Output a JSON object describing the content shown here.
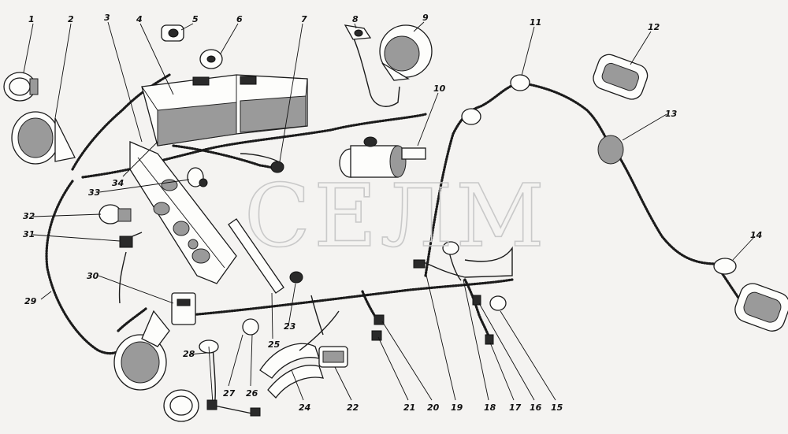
{
  "watermark": "СЕЛМ",
  "callouts": [
    "1",
    "2",
    "3",
    "4",
    "5",
    "6",
    "7",
    "8",
    "9",
    "10",
    "11",
    "12",
    "13",
    "14",
    "15",
    "16",
    "17",
    "18",
    "19",
    "20",
    "21",
    "22",
    "23",
    "24",
    "25",
    "26",
    "27",
    "28",
    "29",
    "30",
    "31",
    "32",
    "33",
    "34"
  ]
}
